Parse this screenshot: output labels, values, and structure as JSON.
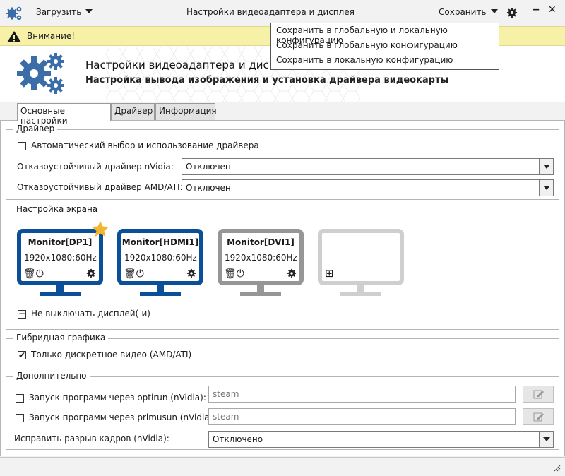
{
  "titlebar": {
    "load_label": "Загрузить",
    "title": "Настройки видеоадаптера и дисплея",
    "save_label": "Сохранить",
    "minimize_glyph": "−",
    "close_glyph": "✕"
  },
  "save_menu": {
    "items": [
      "Сохранить в глобальную и локальную конфигурацию",
      "Сохранить в глобальную конфигурацию",
      "Сохранить в локальную конфигурацию"
    ]
  },
  "warning": {
    "text": "Внимание!"
  },
  "header": {
    "title": "Настройки видеоадаптера и диспле",
    "subtitle": "Настройка вывода изображения и установка драйвера видеокарты"
  },
  "tabs": [
    "Основные настройки",
    "Драйвер",
    "Информация"
  ],
  "driver_group": {
    "title": "Драйвер",
    "auto_label": "Автоматический выбор и использование драйвера",
    "auto_checked": false,
    "nvidia_label": "Отказоустойчивый драйвер nVidia:",
    "nvidia_value": "Отключен",
    "amd_label": "Отказоустойчивый драйвер AMD/ATI:",
    "amd_value": "Отключен"
  },
  "screen_group": {
    "title": "Настройка экрана",
    "monitors": [
      {
        "name": "Monitor[DP1]",
        "resolution": "1920x1080:60Hz",
        "icons": "🗑⏻",
        "primary": true
      },
      {
        "name": "Monitor[HDMI1]",
        "resolution": "1920x1080:60Hz",
        "icons": "🗑⏻",
        "primary": false
      },
      {
        "name": "Monitor[DVI1]",
        "resolution": "1920x1080:60Hz",
        "icons": "🗑⏻",
        "primary": false
      }
    ],
    "add_glyph": "⊞",
    "keep_on_label": "Не выключать дисплей(-и)",
    "keep_on_glyph": "−"
  },
  "hybrid_group": {
    "title": "Гибридная графика",
    "discrete_label": "Только дискретное видео (AMD/ATI)",
    "discrete_checked": true,
    "check_glyph": "✔"
  },
  "extra_group": {
    "title": "Дополнительно",
    "optirun_label": "Запуск программ через optirun (nVidia):",
    "optirun_placeholder": "steam",
    "primusun_label": "Запуск программ через primusun (nVidia):",
    "primusun_placeholder": "steam",
    "tearing_label": "Исправить разрыв кадров (nVidia):",
    "tearing_value": "Отключено"
  },
  "colors": {
    "accent_blue": "#0b4f98",
    "icon_blue": "#3b6ea8",
    "warning_bg": "#f7f1a8",
    "star": "#f3b52f"
  },
  "icons": {
    "app": "gears-icon",
    "settings": "gear-icon",
    "warning": "warning-triangle-icon",
    "star": "star-icon",
    "edit": "pencil-icon"
  }
}
